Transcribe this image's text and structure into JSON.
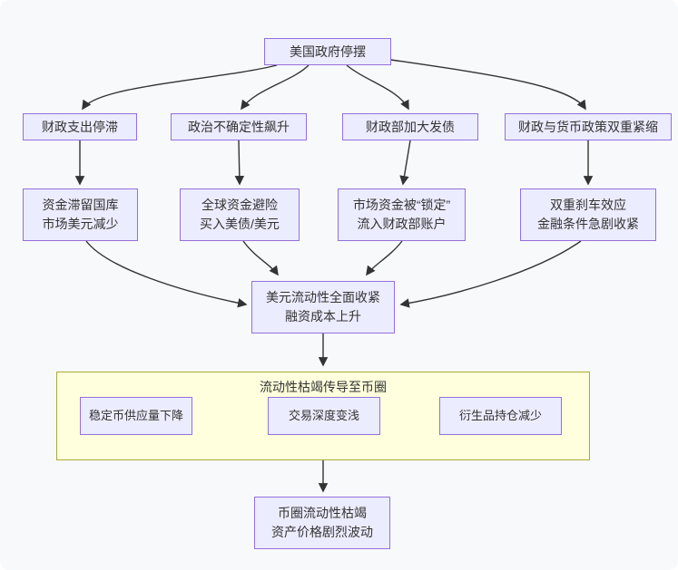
{
  "diagram": {
    "type": "flowchart",
    "background": "#f8f9fb",
    "colors": {
      "node_fill": "#ECECFF",
      "node_border": "#9370DB",
      "text": "#333333",
      "edge": "#333333",
      "subgraph_fill": "#FFFFDE",
      "subgraph_border": "#AAAA33"
    },
    "nodes": {
      "root": {
        "label": "美国政府停摆"
      },
      "b1": {
        "label": "财政支出停滞"
      },
      "b2": {
        "label": "政治不确定性飙升"
      },
      "b3": {
        "label": "财政部加大发债"
      },
      "b4": {
        "label": "财政与货币政策双重紧缩"
      },
      "e1": {
        "line1": "资金滞留国库",
        "line2": "市场美元减少"
      },
      "e2": {
        "line1": "全球资金避险",
        "line2": "买入美债/美元"
      },
      "e3": {
        "line1": "市场资金被“锁定”",
        "line2": "流入财政部账户"
      },
      "e4": {
        "line1": "双重刹车效应",
        "line2": "金融条件急剧收紧"
      },
      "converge": {
        "line1": "美元流动性全面收紧",
        "line2": "融资成本上升"
      },
      "s1": {
        "label": "稳定币供应量下降"
      },
      "s2": {
        "label": "交易深度变浅"
      },
      "s3": {
        "label": "衍生品持仓减少"
      },
      "final": {
        "line1": "币圈流动性枯竭",
        "line2": "资产价格剧烈波动"
      }
    },
    "subgraph": {
      "title": "流动性枯竭传导至币圈"
    }
  }
}
